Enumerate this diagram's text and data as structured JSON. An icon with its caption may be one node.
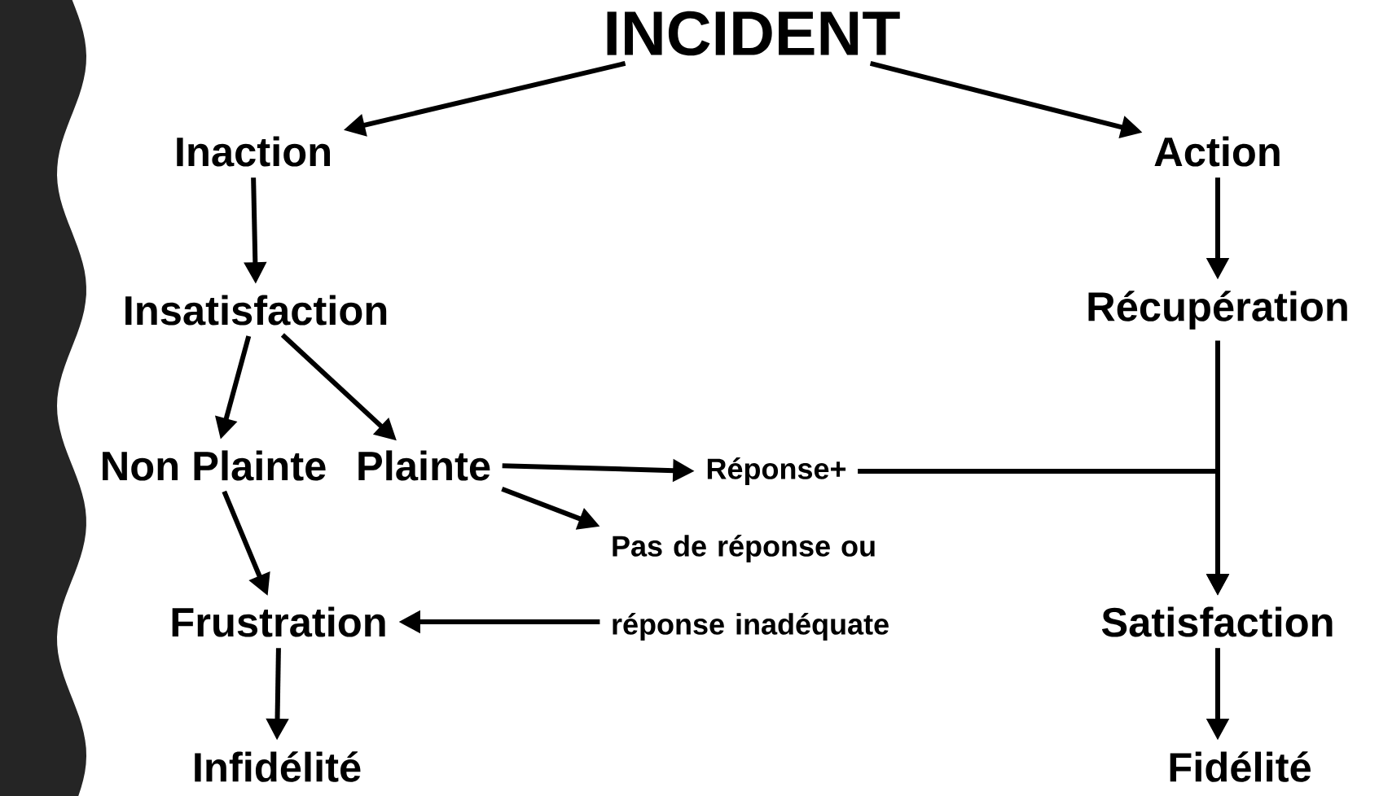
{
  "diagram": {
    "nodes": [
      {
        "text": [
          "INCIDENT"
        ]
      },
      {
        "text": [
          "Inaction"
        ]
      },
      {
        "text": [
          "Action"
        ]
      },
      {
        "text": [
          "Insatisfaction"
        ]
      },
      {
        "text": [
          "Récupération"
        ]
      },
      {
        "text": [
          "Non Plainte"
        ]
      },
      {
        "text": [
          "Plainte"
        ]
      },
      {
        "text": [
          "Réponse+"
        ]
      },
      {
        "text": [
          "Pas de réponse ou réponse inadéquate"
        ]
      },
      {
        "text": [
          "Frustration"
        ]
      },
      {
        "text": [
          "Satisfaction"
        ]
      },
      {
        "text": [
          "Infidélité"
        ]
      },
      {
        "text": [
          "Fidélité"
        ]
      }
    ],
    "edges": [
      {
        "from": 0,
        "to": 1,
        "arrow": "to"
      },
      {
        "from": 0,
        "to": 2,
        "arrow": "to"
      },
      {
        "from": 1,
        "to": 3,
        "arrow": "to"
      },
      {
        "from": 2,
        "to": 4,
        "arrow": "to"
      },
      {
        "from": 3,
        "to": 5,
        "arrow": "to"
      },
      {
        "from": 3,
        "to": 6,
        "arrow": "to"
      },
      {
        "from": 6,
        "to": 7,
        "arrow": "to"
      },
      {
        "from": 6,
        "to": 8,
        "arrow": "to"
      },
      {
        "from": 7,
        "to": 10,
        "arrow": "to"
      },
      {
        "from": 4,
        "to": 10,
        "arrow": "to"
      },
      {
        "from": 5,
        "to": 9,
        "arrow": "to"
      },
      {
        "from": 8,
        "to": 9,
        "arrow": "to"
      },
      {
        "from": 9,
        "to": 11,
        "arrow": "to"
      },
      {
        "from": 10,
        "to": 12,
        "arrow": "to"
      }
    ]
  }
}
